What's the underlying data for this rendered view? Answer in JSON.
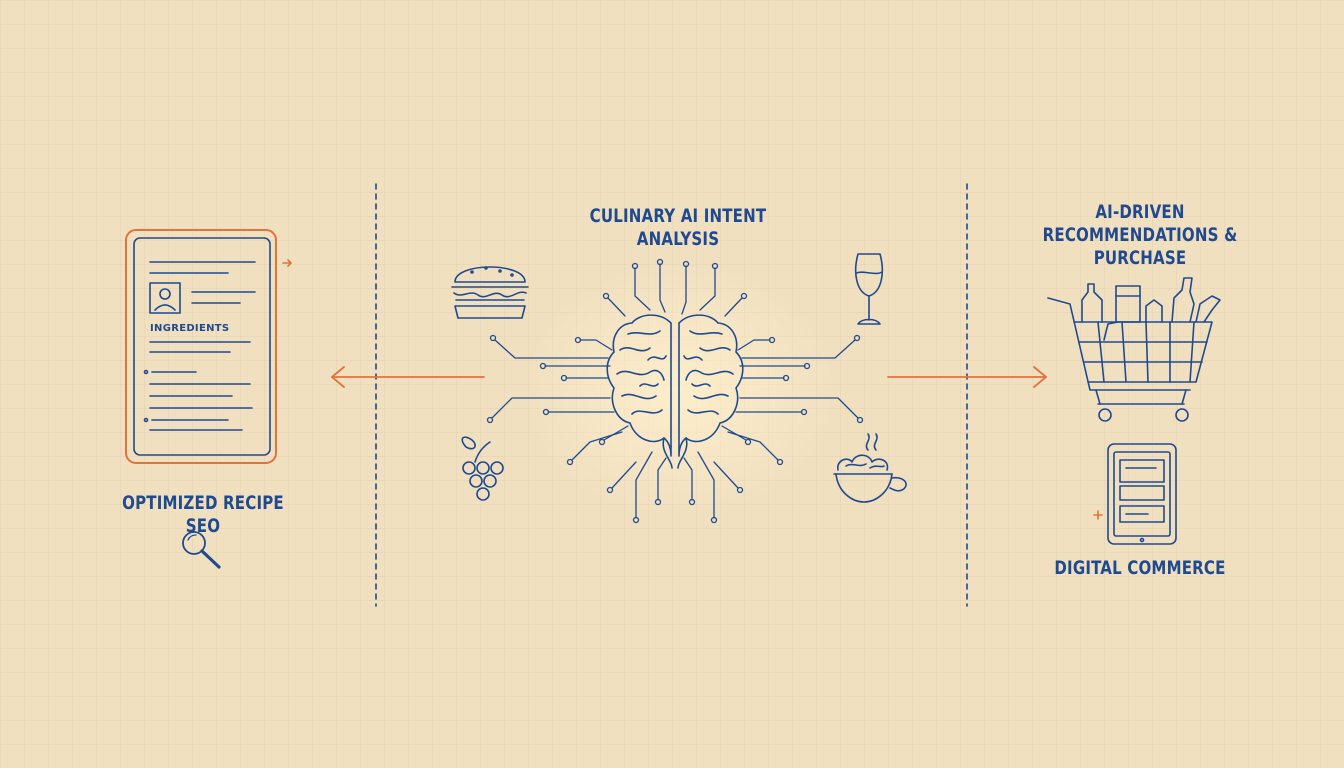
{
  "center": {
    "title_line1": "CULINARY AI INTENT",
    "title_line2": "ANALYSIS"
  },
  "left": {
    "document_heading": "INGREDIENTS",
    "caption": "OPTIMIZED RECIPE SEO"
  },
  "right": {
    "title_line1": "AI-DRIVEN",
    "title_line2": "RECOMMENDATIONS & PURCHASE",
    "caption": "DIGITAL COMMERCE"
  },
  "colors": {
    "ink_blue": "#1f4a8f",
    "accent_orange": "#e0743a",
    "background": "#f1e0c0"
  }
}
